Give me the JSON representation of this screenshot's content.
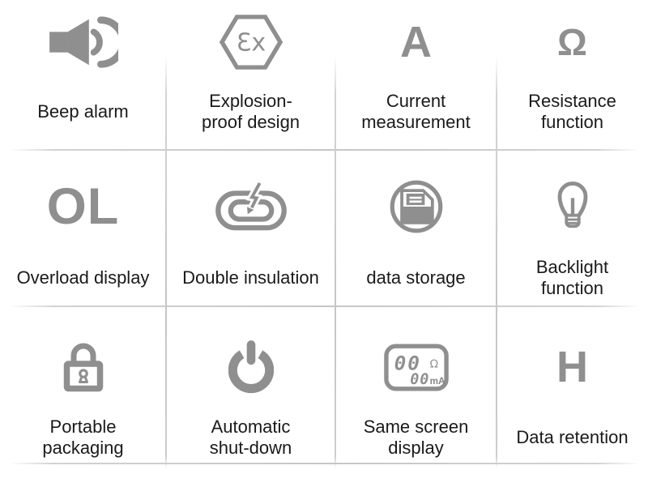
{
  "page": {
    "background": "#ffffff"
  },
  "colors": {
    "icon_gray": "#8f8f8f",
    "label_text": "#1a1a1a",
    "grid_line": "#cccccc"
  },
  "features": [
    {
      "icon": "speaker-icon",
      "label": "Beep alarm"
    },
    {
      "icon": "explosion-proof-icon",
      "glyph": "Ɛx",
      "label": "Explosion-\nproof design"
    },
    {
      "icon": "letter-a-icon",
      "glyph": "A",
      "label": "Current\nmeasurement"
    },
    {
      "icon": "omega-icon",
      "glyph": "Ω",
      "label": "Resistance\nfunction"
    },
    {
      "icon": "ol-icon",
      "glyph": "OL",
      "label": "Overload display"
    },
    {
      "icon": "double-insulation-icon",
      "label": "Double insulation"
    },
    {
      "icon": "data-storage-icon",
      "label": "data storage"
    },
    {
      "icon": "lightbulb-icon",
      "label": "Backlight\nfunction"
    },
    {
      "icon": "padlock-icon",
      "label": "Portable\npackaging"
    },
    {
      "icon": "power-icon",
      "label": "Automatic\nshut-down"
    },
    {
      "icon": "lcd-display-icon",
      "label": "Same screen\ndisplay",
      "lcd": {
        "top_value": "00",
        "top_unit": "Ω",
        "bottom_value": "00",
        "bottom_unit": "mA"
      }
    },
    {
      "icon": "letter-h-icon",
      "glyph": "H",
      "label": "Data retention"
    }
  ]
}
